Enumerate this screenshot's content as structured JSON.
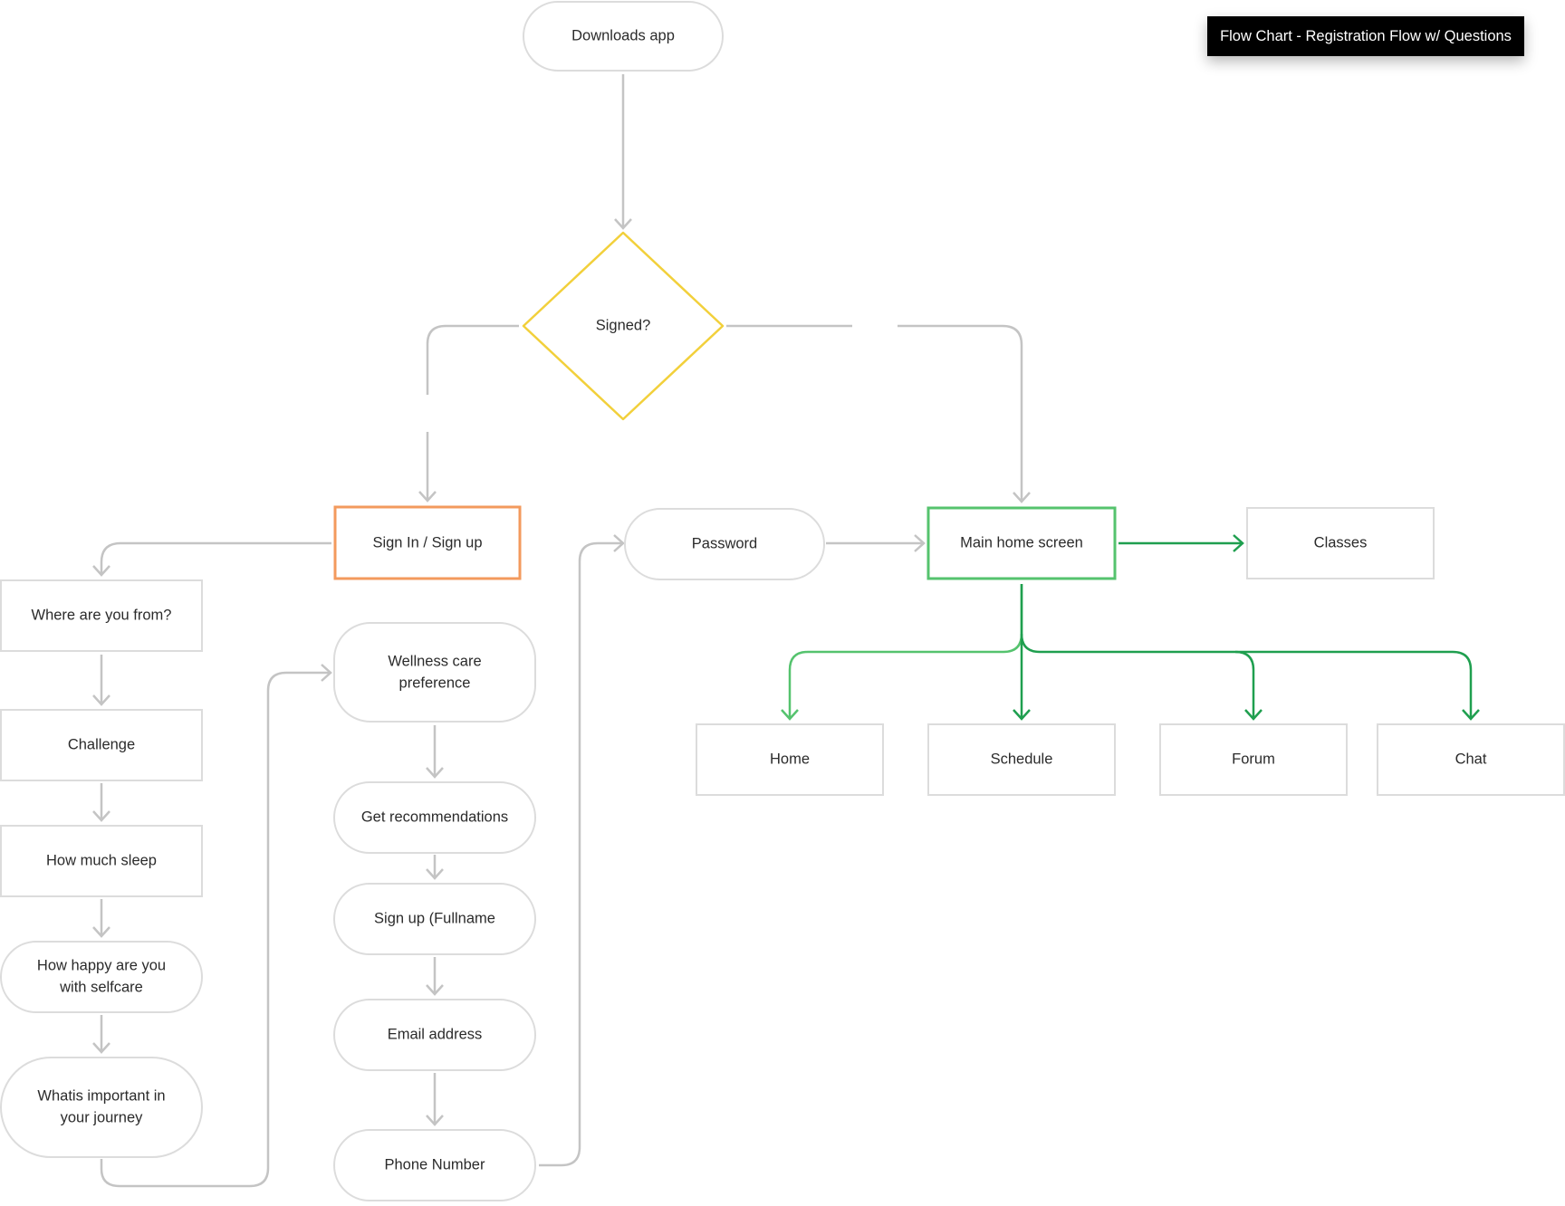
{
  "title_badge": "Flow Chart - Registration Flow w/ Questions",
  "colors": {
    "connector": "#c4c4c4",
    "node_border": "#dcdcdc",
    "decision": "#f2d03b",
    "sign_in": "#f39a5d",
    "main_home": "#55c36e",
    "green_dark": "#1f9f4f",
    "green_light": "#55c36e"
  },
  "nodes": {
    "downloads": "Downloads app",
    "signed": "Signed?",
    "sign_in": "Sign In / Sign up",
    "where_from": "Where are you from?",
    "challenge": "Challenge",
    "sleep": "How much sleep",
    "happy": [
      "How happy are you",
      "with selfcare"
    ],
    "important": [
      "Whatis important in",
      "your journey"
    ],
    "wellness": [
      "Wellness care",
      "preference"
    ],
    "recommendations": "Get recommendations",
    "fullname": "Sign up (Fullname",
    "email": "Email address",
    "phone": "Phone Number",
    "password": "Password",
    "main_home": "Main home screen",
    "classes": "Classes",
    "home": "Home",
    "schedule": "Schedule",
    "forum": "Forum",
    "chat": "Chat"
  }
}
